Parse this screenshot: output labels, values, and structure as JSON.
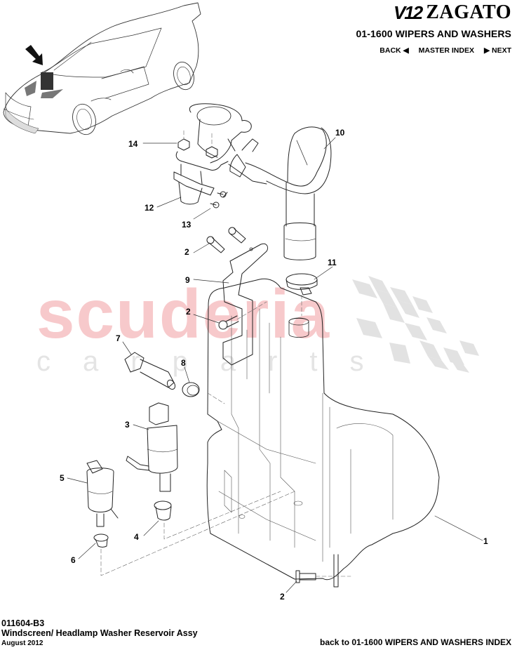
{
  "header": {
    "brand_prefix": "V12",
    "brand_name": "ZAGATO",
    "section_title": "01-1600 WIPERS AND WASHERS",
    "nav": {
      "back_label": "BACK",
      "back_icon": "triangle-left-icon",
      "master_index_label": "MASTER INDEX",
      "next_icon": "triangle-right-icon",
      "next_label": "NEXT"
    }
  },
  "watermark": {
    "main": "scuderia",
    "sub": "carparts",
    "main_color": "#f7c9cb",
    "sub_color": "#e4e4e4"
  },
  "diagram": {
    "callouts": [
      {
        "id": "1",
        "label": "1"
      },
      {
        "id": "2a",
        "label": "2"
      },
      {
        "id": "2b",
        "label": "2"
      },
      {
        "id": "2c",
        "label": "2"
      },
      {
        "id": "3",
        "label": "3"
      },
      {
        "id": "4",
        "label": "4"
      },
      {
        "id": "5",
        "label": "5"
      },
      {
        "id": "6",
        "label": "6"
      },
      {
        "id": "7",
        "label": "7"
      },
      {
        "id": "8",
        "label": "8"
      },
      {
        "id": "9",
        "label": "9"
      },
      {
        "id": "10",
        "label": "10"
      },
      {
        "id": "11",
        "label": "11"
      },
      {
        "id": "12",
        "label": "12"
      },
      {
        "id": "13",
        "label": "13"
      },
      {
        "id": "14",
        "label": "14"
      }
    ]
  },
  "footer": {
    "code": "011604-B3",
    "title": "Windscreen/ Headlamp Washer Reservoir Assy",
    "date": "August 2012",
    "back_link": "back to 01-1600 WIPERS AND WASHERS INDEX"
  }
}
